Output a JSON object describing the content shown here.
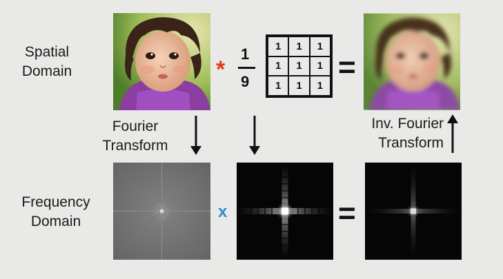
{
  "rows": {
    "spatial_label_line1": "Spatial",
    "spatial_label_line2": "Domain",
    "frequency_label_line1": "Frequency",
    "frequency_label_line2": "Domain"
  },
  "arrows": {
    "forward_label_line1": "Fourier",
    "forward_label_line2": "Transform",
    "inverse_label_line1": "Inv. Fourier",
    "inverse_label_line2": "Transform"
  },
  "operators": {
    "convolve": "*",
    "equals_spatial": "=",
    "multiply": "x",
    "equals_frequency": "="
  },
  "kernel": {
    "numerator": "1",
    "denominator": "9",
    "cells": [
      "1",
      "1",
      "1",
      "1",
      "1",
      "1",
      "1",
      "1",
      "1"
    ]
  },
  "colors": {
    "background": "#e9e9e7",
    "convolve_operator": "#e5391c",
    "multiply_operator": "#2a8fd6"
  }
}
